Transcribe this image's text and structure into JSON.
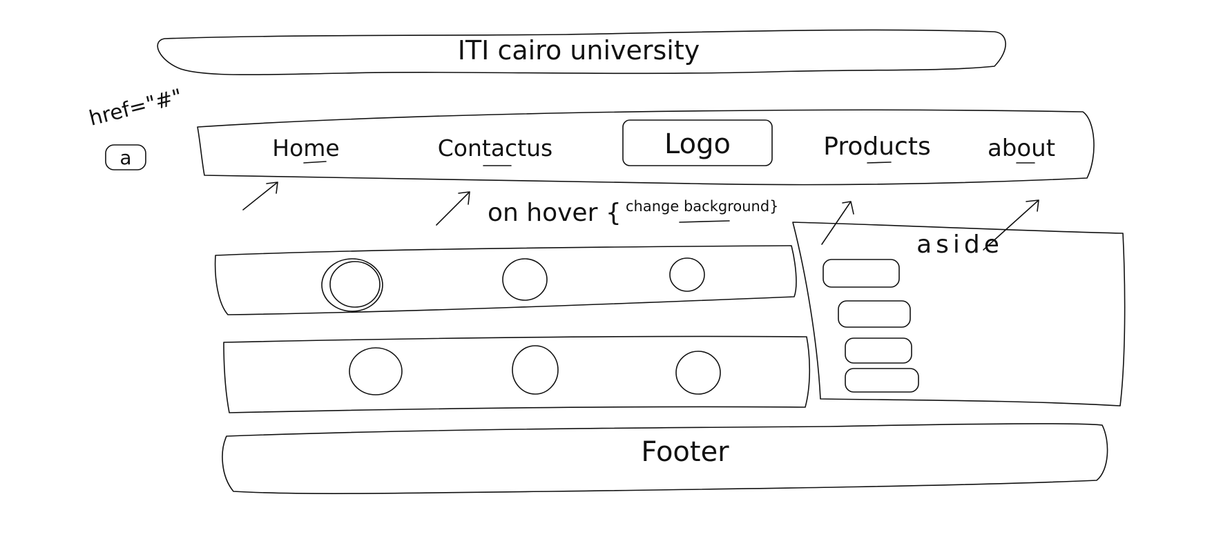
{
  "header": {
    "title": "ITI cairo university"
  },
  "annotation": {
    "href_note": "href=\"#\"",
    "tag_label": "a",
    "hover_note": "on hover {",
    "hover_detail": "change background}"
  },
  "nav": {
    "items": [
      {
        "label": "Home"
      },
      {
        "label": "Contactus"
      },
      {
        "label": "Logo"
      },
      {
        "label": "Products"
      },
      {
        "label": "about"
      }
    ]
  },
  "aside": {
    "label": "aside",
    "item_count": 4
  },
  "content": {
    "rows": [
      {
        "circles": 3
      },
      {
        "circles": 3
      }
    ]
  },
  "footer": {
    "label": "Footer"
  },
  "colors": {
    "ink": "#111111",
    "background": "#ffffff"
  }
}
